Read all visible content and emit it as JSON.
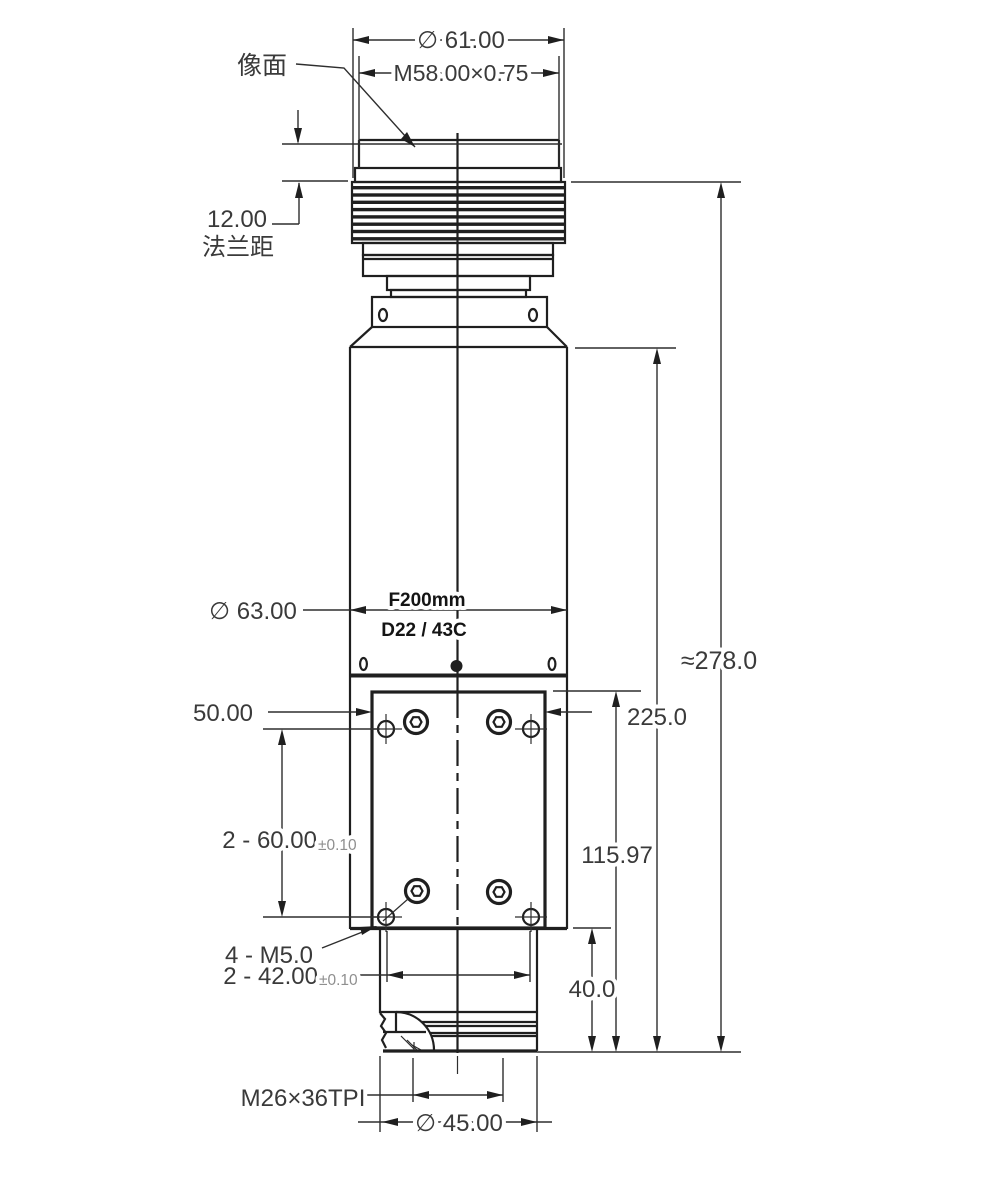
{
  "drawing": {
    "labels": {
      "image_plane": "像面",
      "flange_caption": "法兰距"
    },
    "dimensions": {
      "outer_diameter_top": "∅ 61.00",
      "mount_thread": "M58.00×0.75",
      "flange_distance": "12.00",
      "body_diameter": "∅ 63.00",
      "bracket_width": "50.00",
      "hole_spacing_vertical": "2 - 60.00",
      "hole_spacing_vertical_tol": "±0.10",
      "tapped_holes": "4 - M5.0",
      "hole_spacing_horizontal": "2 - 42.00",
      "hole_spacing_horizontal_tol": "±0.10",
      "front_thread": "M26×36TPI",
      "front_diameter": "∅ 45.00",
      "overall_length": "≈278.0",
      "body_length": "225.0",
      "bracket_to_face": "115.97",
      "front_tube_length": "40.0"
    },
    "body_markings": {
      "line1": "F200mm",
      "line2": "D22 / 43C"
    },
    "colors": {
      "ink": "#1f1f1f",
      "dimension_text": "#3a3a3a",
      "tolerance_text": "#8f8f8f",
      "background": "#ffffff"
    }
  }
}
